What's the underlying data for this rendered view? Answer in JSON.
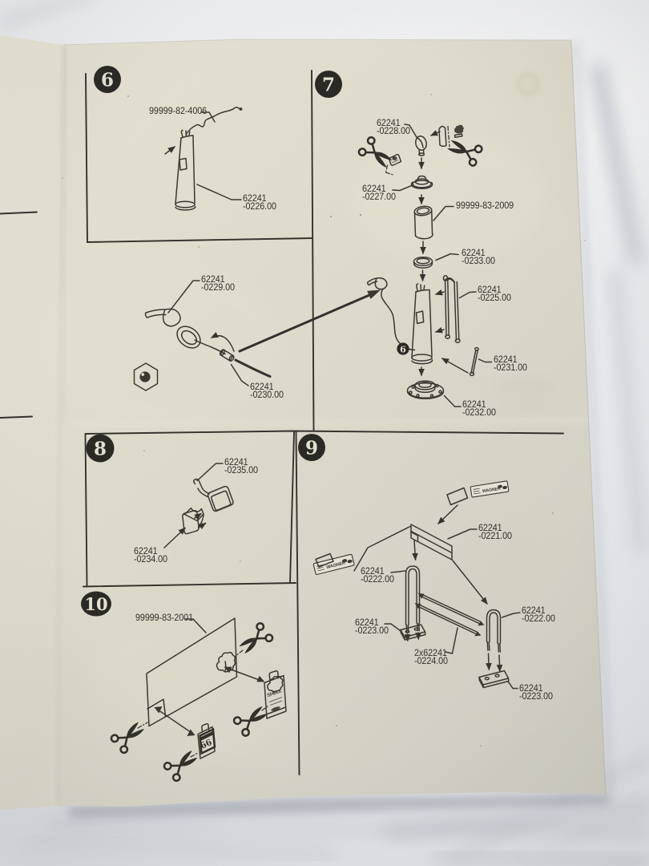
{
  "photo": {
    "subject": "model kit assembly instruction sheet, steps 6 to 10",
    "paper_color": "#e7e4d5",
    "ink_color": "#35322a",
    "cloth_color": "#eef0f3"
  },
  "steps": {
    "s6": {
      "number": "6",
      "wire_label": "99999-82-4006",
      "column": {
        "l1": "62241",
        "l2": "-0226.00"
      }
    },
    "s7": {
      "number": "7",
      "ref_badge": "6",
      "globe": {
        "l1": "62241",
        "l2": "-0228.00"
      },
      "lamp_base": {
        "l1": "62241",
        "l2": "-0227.00"
      },
      "cylinder_label": "99999-83-2009",
      "ring": {
        "l1": "62241",
        "l2": "-0233.00"
      },
      "frame": {
        "l1": "62241",
        "l2": "-0225.00"
      },
      "rod": {
        "l1": "62241",
        "l2": "-0231.00"
      },
      "base": {
        "l1": "62241",
        "l2": "-0232.00"
      }
    },
    "mid": {
      "nozzle": {
        "l1": "62241",
        "l2": "-0229.00"
      },
      "hose_ring": {
        "l1": "62241",
        "l2": "-0230.00"
      }
    },
    "s8": {
      "number": "8",
      "holder": {
        "l1": "62241",
        "l2": "-0235.00"
      },
      "bracket": {
        "l1": "62241",
        "l2": "-0234.00"
      }
    },
    "s9": {
      "number": "9",
      "sign": {
        "l1": "62241",
        "l2": "-0221.00"
      },
      "post_left": {
        "l1": "62241",
        "l2": "-0222.00"
      },
      "post_right": {
        "l1": "62241",
        "l2": "-0222.00"
      },
      "base_left": {
        "l1": "62241",
        "l2": "-0223.00"
      },
      "base_right": {
        "l1": "62241",
        "l2": "-0223.00"
      },
      "rods": {
        "l1": "2x62241",
        "l2": "-0224.00"
      },
      "decal_brand": "WAGNER"
    },
    "s10": {
      "number": "10",
      "sheet_label": "99999-83-2001",
      "shell_text": "SHELL",
      "phillips_text": "66"
    }
  }
}
